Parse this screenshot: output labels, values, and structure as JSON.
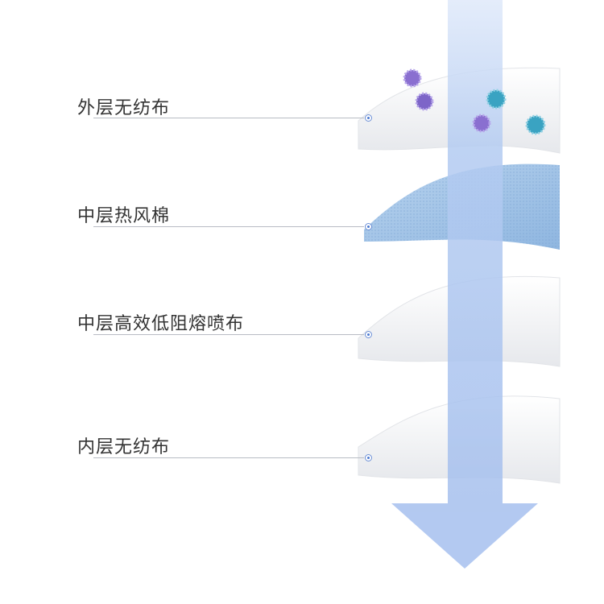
{
  "layers": [
    {
      "label": "外层无纺布"
    },
    {
      "label": "中层热风棉"
    },
    {
      "label": "中层高效低阻熔喷布"
    },
    {
      "label": "内层无纺布"
    }
  ],
  "colors": {
    "arrow": "#a9c3ef",
    "mesh": "#9fc2e6",
    "virus_purple": "#8a6fd0",
    "virus_teal": "#3aa3c2"
  }
}
